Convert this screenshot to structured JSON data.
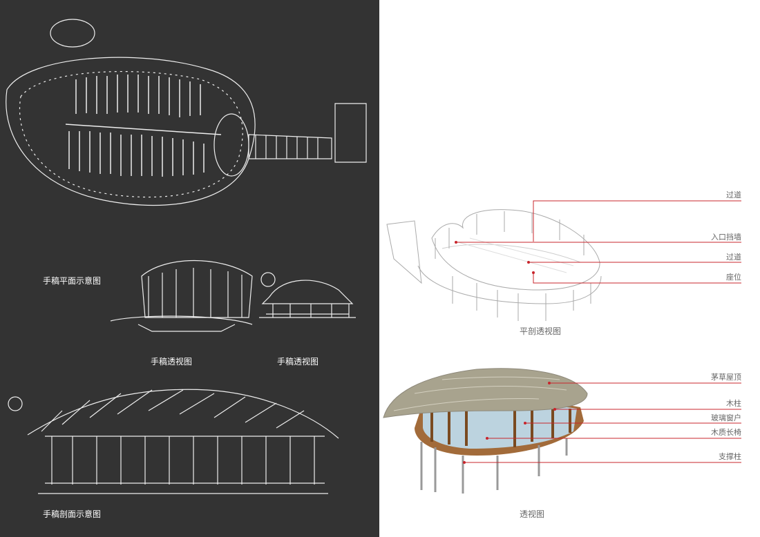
{
  "left_panel": {
    "captions": {
      "plan_sketch": "手稿平面示意图",
      "perspective_sketch_1": "手稿透视图",
      "perspective_sketch_2": "手稿透视图",
      "section_sketch": "手稿剖面示意图"
    }
  },
  "right_panel": {
    "section_perspective": {
      "caption": "平剖透视图",
      "labels": [
        "过道",
        "入口挡墙",
        "过道",
        "座位"
      ]
    },
    "perspective": {
      "caption": "透视图",
      "labels": [
        "茅草屋顶",
        "木柱",
        "玻璃窗户",
        "木质长椅",
        "支撑柱"
      ]
    },
    "leader_color": "#c8242b"
  }
}
